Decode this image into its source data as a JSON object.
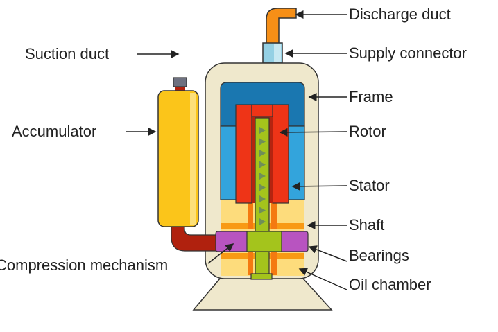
{
  "labels": {
    "discharge_duct": "Discharge duct",
    "supply_connector": "Supply connector",
    "frame": "Frame",
    "rotor": "Rotor",
    "stator": "Stator",
    "shaft": "Shaft",
    "bearings": "Bearings",
    "oil_chamber": "Oil chamber",
    "suction_duct": "Suction duct",
    "accumulator": "Accumulator",
    "compression_mechanism": "Compression mechanism"
  },
  "colors": {
    "shell": "#efe8cc",
    "frame": "#1a77b0",
    "stator": "#33a4dc",
    "rotor": "#ee3417",
    "shaft": "#a4c41c",
    "bearings": "#b854c0",
    "oil": "#fddc7c",
    "accumulator": "#fbc51a",
    "discharge": "#f68f17",
    "suction_pipe": "#b0210e",
    "connector": "#94d0e4"
  }
}
